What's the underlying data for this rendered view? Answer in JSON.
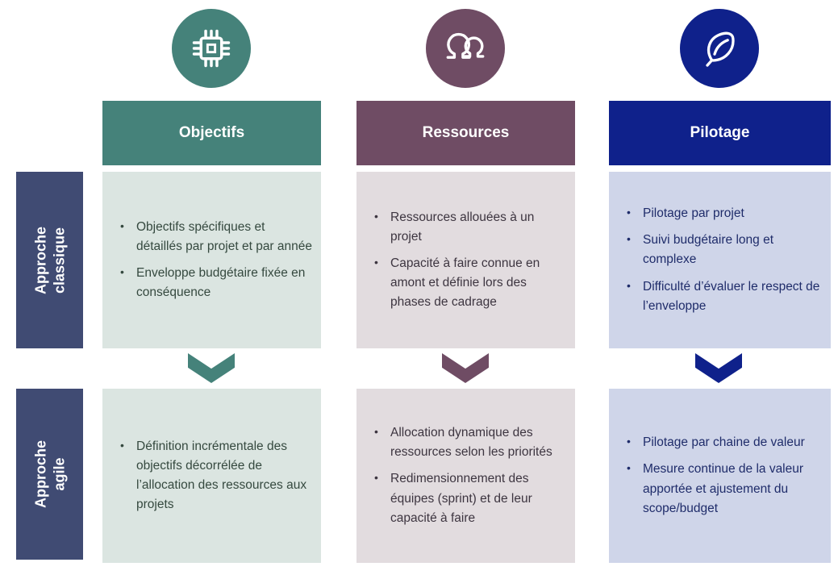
{
  "colors": {
    "teal": "#45827A",
    "plum": "#6F4C64",
    "royal_blue": "#0F218B",
    "navy_label": "#404B73",
    "teal_light": "#DBE5E1",
    "plum_light": "#E2DCDF",
    "blue_light": "#CFD5E9"
  },
  "row_labels": {
    "classique": {
      "line1": "Approche",
      "line2": "classique"
    },
    "agile": {
      "line1": "Approche",
      "line2": "agile"
    }
  },
  "columns": [
    {
      "title": "Objectifs",
      "icon": "chip-icon",
      "classique": [
        "Objectifs spécifiques et détaillés par projet et par année",
        "Enveloppe budgétaire fixée en conséquence"
      ],
      "agile": [
        "Définition incrémentale des objectifs décorrélée de l’allocation des ressources aux projets"
      ]
    },
    {
      "title": "Ressources",
      "icon": "people-icon",
      "classique": [
        "Ressources allouées à un projet",
        "Capacité à faire connue en amont et définie lors des phases de cadrage"
      ],
      "agile": [
        "Allocation dynamique des ressources selon les priorités",
        "Redimensionnement des équipes (sprint) et de leur capacité à faire"
      ]
    },
    {
      "title": "Pilotage",
      "icon": "leaf-icon",
      "classique": [
        "Pilotage par projet",
        "Suivi budgétaire long et complexe",
        "Difficulté d’évaluer le respect de l’enveloppe"
      ],
      "agile": [
        "Pilotage par chaine de valeur",
        "Mesure continue de la valeur apportée et ajustement du scope/budget"
      ]
    }
  ]
}
